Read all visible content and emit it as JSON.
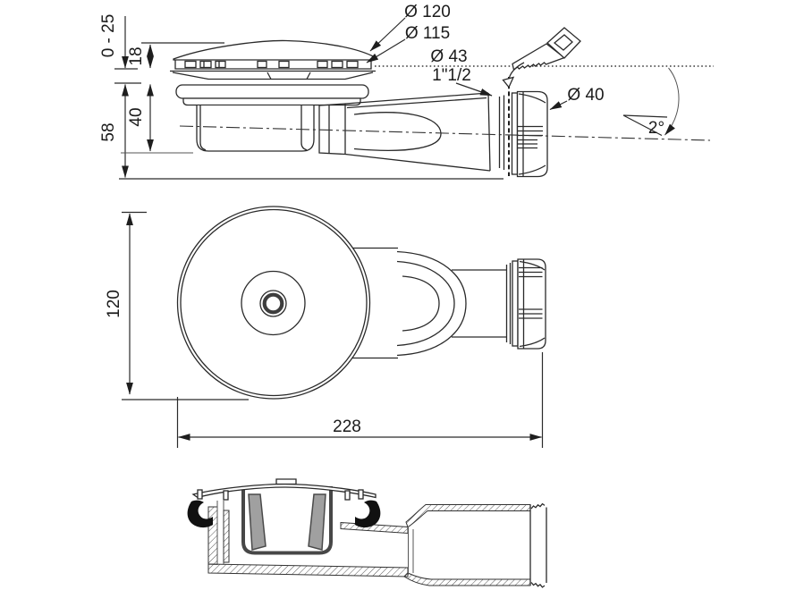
{
  "labels": {
    "adjust_range": "0 - 25",
    "cap_height": "18",
    "body_depth": "40",
    "total_height": "58",
    "cap_diameter": "Ø 120",
    "rim_diameter": "Ø 115",
    "outlet_diameter": "Ø 43",
    "outlet_thread": "1\"1/2",
    "pipe_diameter": "Ø 40",
    "slope_angle": "2°",
    "plan_height": "120",
    "plan_length": "228"
  },
  "colors": {
    "line": "#2a2a2a",
    "seal": "#111111",
    "baffle_gray": "#a0a0a0",
    "background": "#ffffff"
  }
}
